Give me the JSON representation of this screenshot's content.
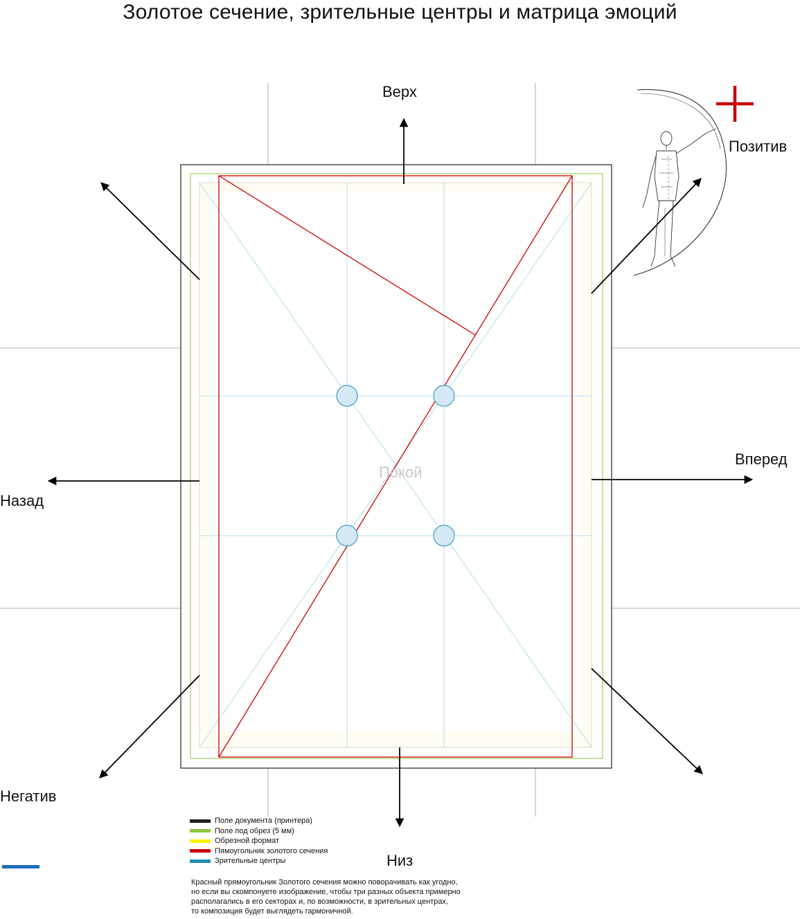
{
  "title": "Золотое сечение, зрительные центры и матрица эмоций",
  "directions": {
    "up": "Верх",
    "down": "Низ",
    "forward": "Вперед",
    "back": "Назад",
    "positive": "Позитив",
    "negative": "Негатив",
    "calm": "Покой"
  },
  "legend": [
    {
      "label": "Поле документа (принтера)",
      "color": "#231f20"
    },
    {
      "label": "Поле под обрез (5 мм)",
      "color": "#8dc63f"
    },
    {
      "label": "Обрезной формат",
      "color": "#fff200"
    },
    {
      "label": "Пямоугольник золотого сечения",
      "color": "#cc0000"
    },
    {
      "label": "Зрительные центры",
      "color": "#1b8fb4"
    }
  ],
  "note_lines": [
    "Красный прямоугольник Золотого сечения  можно поворачивать как угодно,",
    "но  если вы скомпонуете изображение, чтобы три разных объекта примерно",
    "располагались в его секторах и, по возможности, в зрительных центрах,",
    "то композиция будет выглядеть гармоничной."
  ],
  "colors": {
    "document_field": "#231f20",
    "bleed_field": "#8dc63f",
    "trim_format": "#fff200",
    "golden_rect": "#cc0000",
    "visual_centers": "#1b8fb4",
    "plus_sign": "#cc0000",
    "accent_bar": "#1f6dbb"
  }
}
